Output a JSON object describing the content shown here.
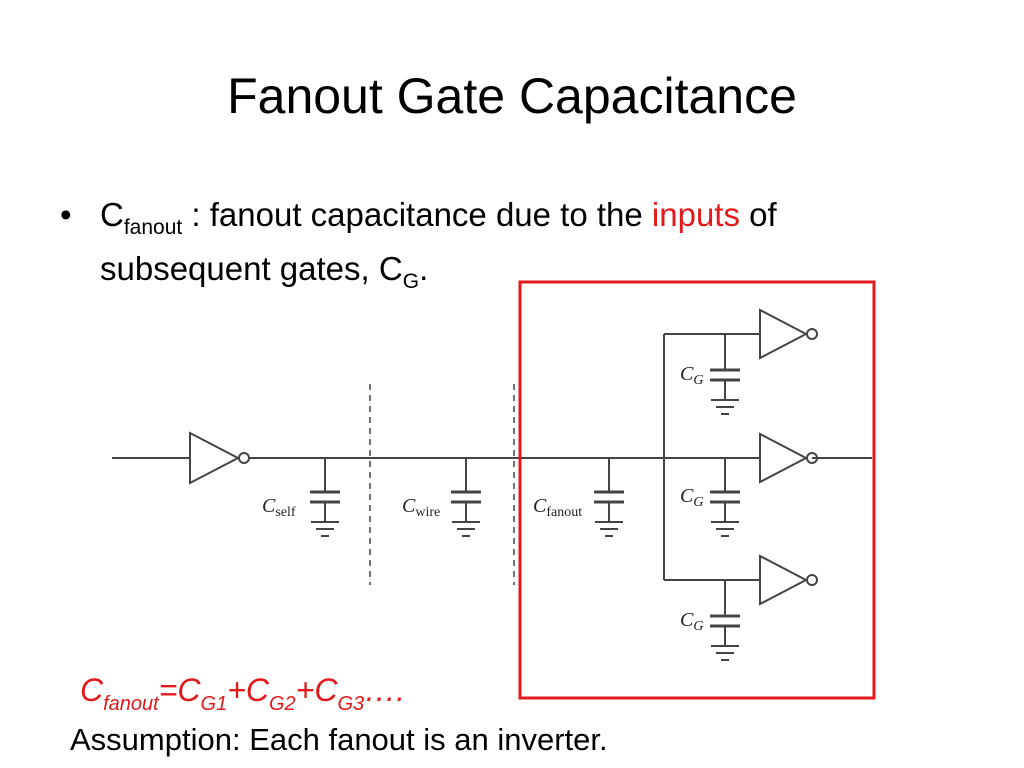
{
  "slide": {
    "title": "Fanout Gate Capacitance"
  },
  "bullet": {
    "symbol": "•",
    "c_letter": "C",
    "c_subscript": "fanout",
    "text_before": " : fanout capacitance due to the ",
    "highlight": "inputs",
    "text_after": " of",
    "line2_before": "subsequent gates, C",
    "line2_subscript": "G",
    "line2_after": "."
  },
  "diagram": {
    "labels": {
      "c_self": {
        "main": "C",
        "sub": "self"
      },
      "c_wire": {
        "main": "C",
        "sub": "wire"
      },
      "c_fanout": {
        "main": "C",
        "sub": "fanout"
      },
      "cg1": {
        "main": "C",
        "sub": "G"
      },
      "cg2": {
        "main": "C",
        "sub": "G"
      },
      "cg3": {
        "main": "C",
        "sub": "G"
      }
    },
    "highlight_box_color": "#e31a1c",
    "line_color": "#444444"
  },
  "equation": {
    "c": "C",
    "fanout_sub": "fanout",
    "eq": "=",
    "cg": "C",
    "g1": "G1",
    "plus1": "+",
    "g2": "G2",
    "plus2": "+",
    "g3": "G3",
    "tail": "…."
  },
  "assumption": "Assumption:  Each fanout is an inverter."
}
